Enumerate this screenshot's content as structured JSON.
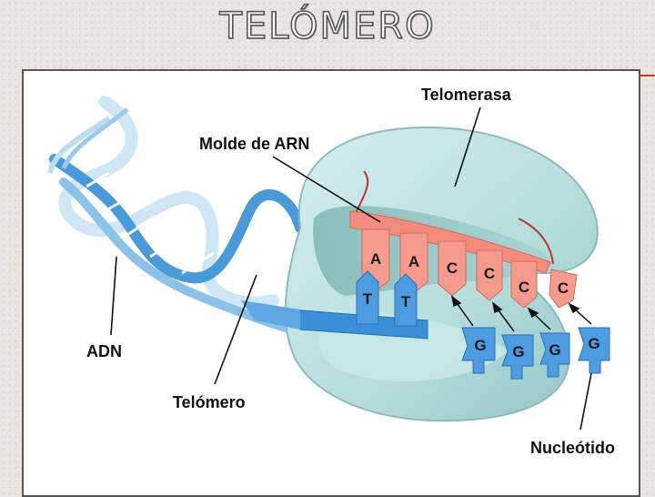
{
  "slide": {
    "title": "TELÓMERO"
  },
  "labels": {
    "telomerase": "Telomerasa",
    "rna_template": "Molde de ARN",
    "dna": "ADN",
    "telomere": "Telómero",
    "nucleotide": "Nucleótido"
  },
  "rna_template_bases": [
    "A",
    "A",
    "C",
    "C",
    "C",
    "C"
  ],
  "telomere_strand_bases": [
    "T",
    "T"
  ],
  "free_nucleotides": [
    "G",
    "G",
    "G",
    "G"
  ],
  "colors": {
    "enzyme": "#b9dfe0",
    "rna": "#f28c7d",
    "dna_strand": "#3a8fd8",
    "dna_light": "#cde6f5"
  }
}
